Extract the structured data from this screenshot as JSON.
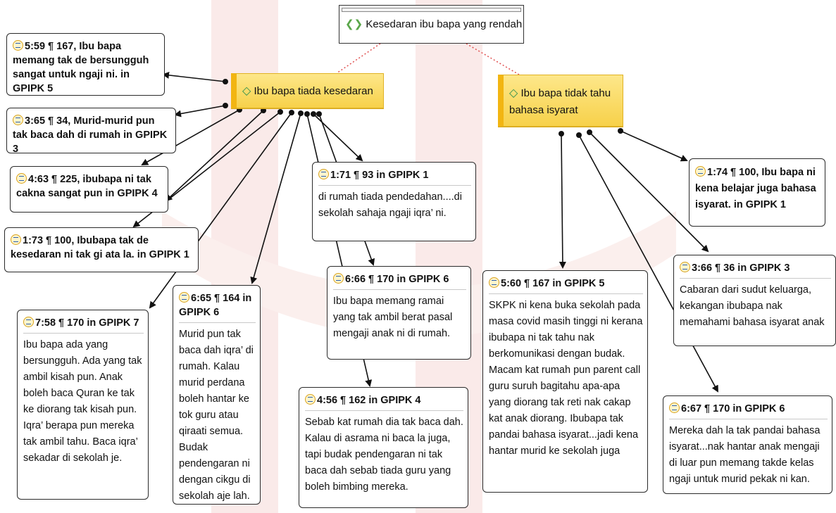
{
  "root": {
    "label": "Kesedaran ibu bapa yang rendah"
  },
  "codes": [
    {
      "label": "Ibu bapa tiada kesedaran"
    },
    {
      "label": "Ibu bapa tidak tahu bahasa isyarat"
    }
  ],
  "quotes_left": [
    {
      "head": "5:59 ¶ 167, Ibu bapa memang tak de bersungguh sangat untuk ngaji ni. in GPIPK 5"
    },
    {
      "head": "3:65 ¶ 34, Murid-murid pun tak baca dah di rumah in GPIPK 3"
    },
    {
      "head": "4:63 ¶ 225, ibubapa ni tak cakna sangat pun in GPIPK 4"
    },
    {
      "head": "1:73 ¶ 100, Ibubapa tak de kesedaran ni tak gi ata la. in GPIPK 1"
    }
  ],
  "quotes": [
    {
      "head": "7:58 ¶ 170 in GPIPK 7",
      "body": "Ibu bapa ada yang bersungguh. Ada yang tak ambil kisah pun. Anak boleh baca Quran ke tak ke diorang tak kisah pun. Iqra’ berapa pun mereka tak ambil tahu. Baca iqra’ sekadar di sekolah je."
    },
    {
      "head": "6:65 ¶ 164 in GPIPK 6",
      "body": "Murid pun tak baca dah iqra’ di rumah. Kalau murid perdana boleh hantar ke tok guru atau qiraati semua. Budak pendengaran ni dengan cikgu di sekolah aje lah."
    },
    {
      "head": "1:71 ¶ 93 in GPIPK 1",
      "body": "di rumah tiada pendedahan....di sekolah sahaja ngaji iqra’ ni."
    },
    {
      "head": "6:66 ¶ 170 in GPIPK 6",
      "body": "Ibu bapa memang ramai yang tak ambil berat pasal mengaji anak ni di rumah."
    },
    {
      "head": "4:56 ¶ 162 in GPIPK 4",
      "body": "Sebab kat rumah dia tak baca dah. Kalau di asrama ni baca la juga, tapi budak pendengaran ni tak baca dah sebab tiada guru yang boleh bimbing mereka."
    },
    {
      "head": "5:60 ¶ 167 in GPIPK 5",
      "body": "SKPK ni kena buka sekolah pada masa covid masih tinggi ni kerana ibubapa ni tak tahu nak berkomunikasi dengan budak. Macam kat rumah pun parent call guru suruh bagitahu apa-apa yang diorang tak reti nak cakap kat anak diorang. Ibubapa tak pandai bahasa isyarat...jadi kena hantar murid ke sekolah juga"
    },
    {
      "head": "1:74 ¶ 100, Ibu bapa ni kena belajar juga bahasa isyarat. in GPIPK 1"
    },
    {
      "head": "3:66 ¶ 36 in GPIPK 3",
      "body": "Cabaran dari sudut keluarga, kekangan ibubapa nak memahami bahasa isyarat anak"
    },
    {
      "head": "6:67 ¶ 170 in GPIPK 6",
      "body": "Mereka dah la tak pandai bahasa isyarat...nak hantar anak mengaji di luar pun memang takde kelas ngaji untuk murid pekak ni kan."
    }
  ],
  "colors": {
    "code_fill": "#f7d14a",
    "code_edge": "#f2b512",
    "watermark": "#f3d3d0",
    "link_dotted": "#e05050"
  }
}
